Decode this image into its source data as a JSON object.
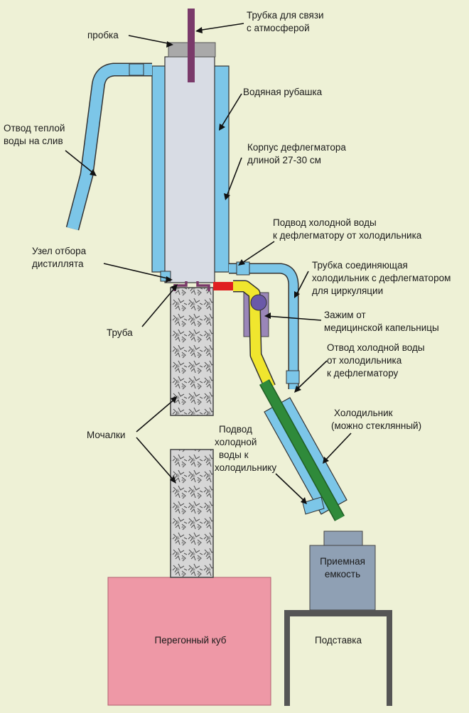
{
  "colors": {
    "background": "#eef1d6",
    "water_pipe": "#7cc6e8",
    "column_body": "#d8dce4",
    "cork": "#a9a9a9",
    "atmosphere_tube": "#7a3a6a",
    "filler": "#c9c9c9",
    "boiler": "#ee98a6",
    "receiver": "#8fa0b4",
    "stand": "#555555",
    "distillate_pipe": "#f0e62e",
    "cooler_core": "#2f8a3a",
    "outlet_red": "#e02020",
    "clamp": "#9a86b8",
    "clamp_knob": "#6a58a8"
  },
  "labels": {
    "atmosphere_tube_1": "Трубка для связи",
    "atmosphere_tube_2": "с атмосферой",
    "cork": "пробка",
    "water_jacket": "Водяная рубашка",
    "warm_water_1": "Отвод  теплой",
    "warm_water_2": "воды на слив",
    "column_body_1": "Корпус дефлегматора",
    "column_body_2": "длиной 27-30 см",
    "cold_in_1": "Подвод холодной воды",
    "cold_in_2": "к дефлегматору от холодильника",
    "takeoff_1": "Узел отбора",
    "takeoff_2": "дистиллята",
    "connect_tube_1": "Трубка соединяющая",
    "connect_tube_2": "холодильник с дефлегматором",
    "connect_tube_3": "для циркуляции",
    "clamp_1": "Зажим от",
    "clamp_2": "медицинской капельницы",
    "pipe": "Труба",
    "cold_out_1": "Отвод холодной воды",
    "cold_out_2": "от холодильника",
    "cold_out_3": "к дефлегматору",
    "cooler_1": "Холодильник",
    "cooler_2": "(можно стеклянный)",
    "sponges": "Мочалки",
    "cooler_feed_1": "Подвод",
    "cooler_feed_2": "холодной",
    "cooler_feed_3": "воды к",
    "cooler_feed_4": "холодильнику",
    "receiver_1": "Приемная",
    "receiver_2": "емкость",
    "stand": "Подставка",
    "boiler": "Перегонный куб"
  }
}
